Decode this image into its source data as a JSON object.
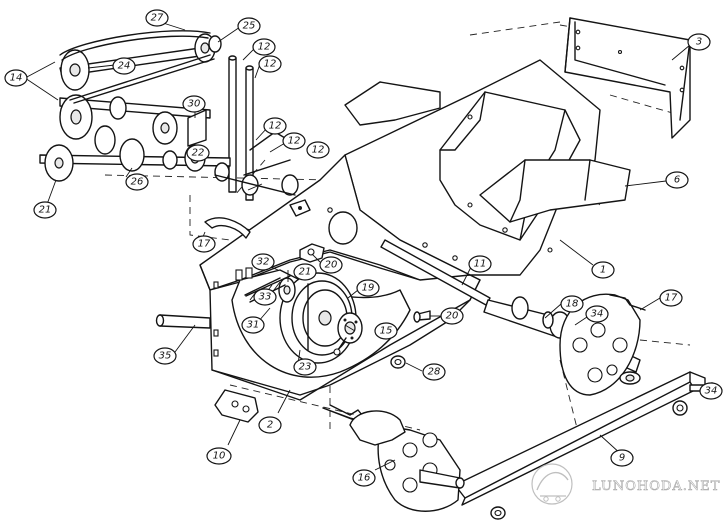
{
  "callouts": {
    "c1": "1",
    "c2": "2",
    "c3": "3",
    "c6": "6",
    "c9": "9",
    "c10": "10",
    "c11": "11",
    "c12a": "12",
    "c12b": "12",
    "c12c": "12",
    "c12d": "12",
    "c12e": "12",
    "c14": "14",
    "c15": "15",
    "c16": "16",
    "c17a": "17",
    "c17b": "17",
    "c18": "18",
    "c19": "19",
    "c20a": "20",
    "c20b": "20",
    "c21a": "21",
    "c21b": "21",
    "c22": "22",
    "c23": "23",
    "c24": "24",
    "c25": "25",
    "c26": "26",
    "c27": "27",
    "c28": "28",
    "c30": "30",
    "c31": "31",
    "c32": "32",
    "c33": "33",
    "c34a": "34",
    "c34b": "34",
    "c35": "35"
  },
  "watermark": {
    "text": "LUNOHODA.NET"
  },
  "icons": {
    "logo": "lunohod-logo-icon"
  }
}
